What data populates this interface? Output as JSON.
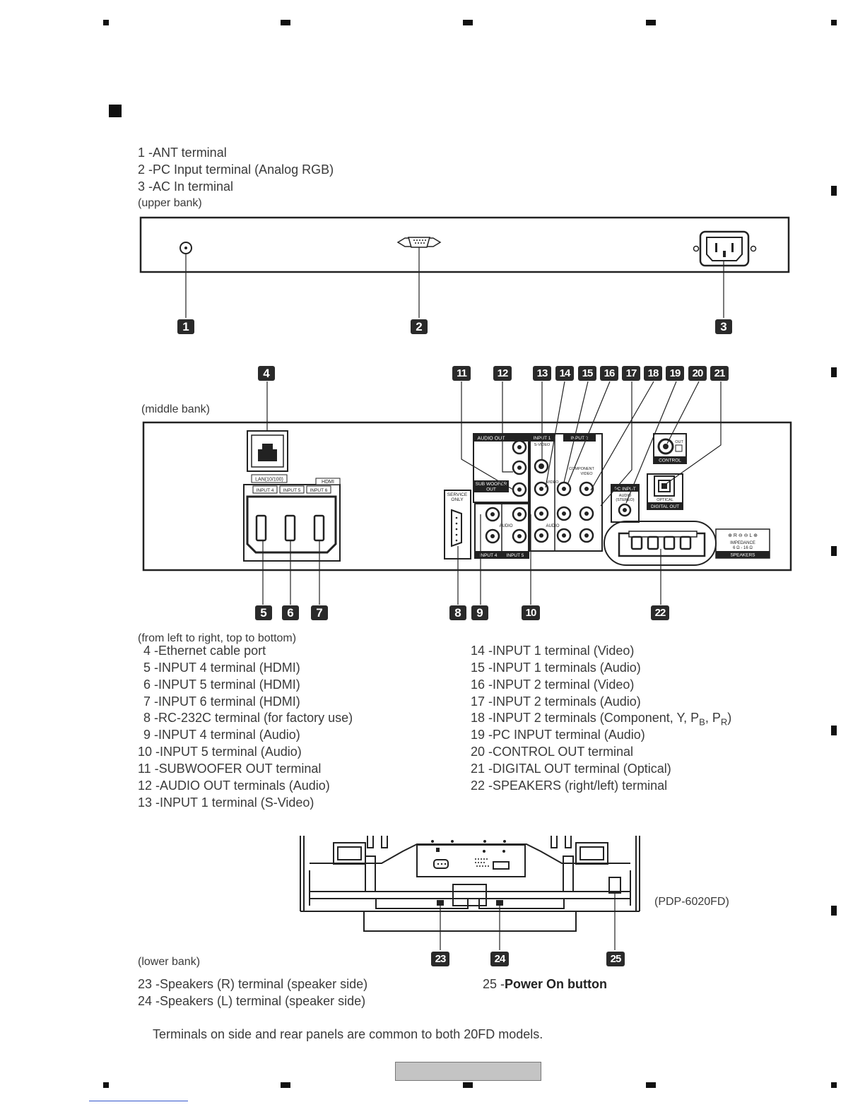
{
  "upper_list": [
    "1 -ANT terminal",
    "2 -PC Input terminal (Analog RGB)",
    "3 -AC In terminal"
  ],
  "upper_caption": "(upper bank)",
  "middle_caption": "(middle bank)",
  "order_caption": "(from left to right, top to bottom)",
  "middle_list_left": [
    "4 -Ethernet cable port",
    "5 -INPUT 4 terminal (HDMI)",
    "6 -INPUT 5 terminal (HDMI)",
    "7 -INPUT 6 terminal (HDMI)",
    "8 -RC-232C terminal (for factory use)",
    "9 -INPUT 4 terminal (Audio)",
    "10 -INPUT 5 terminal (Audio)",
    "11 -SUBWOOFER OUT terminal",
    "12 -AUDIO OUT terminals (Audio)",
    "13 -INPUT 1 terminal (S-Video)"
  ],
  "middle_list_right": [
    "14 -INPUT 1 terminal (Video)",
    "15 -INPUT 1 terminals (Audio)",
    "16 -INPUT 2 terminal (Video)",
    "17 -INPUT 2 terminals (Audio)",
    "18 -INPUT 2 terminals (Component, Y, P",
    "19 -PC INPUT terminal (Audio)",
    "20 -CONTROL OUT terminal",
    "21 -DIGITAL OUT terminal (Optical)",
    "22 -SPEAKERS (right/left) terminal"
  ],
  "item18_sub_b": "B",
  "item18_sep": ", P",
  "item18_sub_r": "R",
  "item18_end": ")",
  "model_label": "(PDP-6020FD)",
  "lower_caption": "(lower bank)",
  "lower_list_left": [
    "23 -Speakers (R) terminal (speaker side)",
    "24 -Speakers (L) terminal (speaker side)"
  ],
  "item25_prefix": "25 -",
  "item25_bold": "Power On button",
  "footer_note": "Terminals on side and rear panels are common to both 20FD models.",
  "callouts": [
    "1",
    "2",
    "3",
    "4",
    "5",
    "6",
    "7",
    "8",
    "9",
    "10",
    "11",
    "12",
    "13",
    "14",
    "15",
    "16",
    "17",
    "18",
    "19",
    "20",
    "21",
    "22",
    "23",
    "24",
    "25"
  ],
  "panel_labels": {
    "lan": "LAN(10/100)",
    "hdmi": "HDMI",
    "input4": "INPUT 4",
    "input5": "INPUT 5",
    "input6": "INPUT 6",
    "service": "SERVICE",
    "service_only": "ONLY",
    "audio_out": "AUDIO OUT",
    "sub_woofer": "SUB WOOFER",
    "sub_woofer_out": "OUT",
    "input1": "INPUT 1",
    "s_video": "S-VIDEO",
    "input2": "INPUT 2",
    "component": "COMPONENT",
    "component_video": "VIDEO",
    "video": "VIDEO",
    "audio": "AUDIO",
    "pc_input": "PC INPUT",
    "audio_stereo": "AUDIO",
    "stereo": "(STEREO)",
    "control": "CONTROL",
    "out": "OUT",
    "optical": "OPTICAL",
    "digital_out": "DIGITAL OUT",
    "impedance": "IMPEDANCE",
    "ohms": "6 Ω - 16 Ω",
    "speakers": "SPEAKERS"
  }
}
